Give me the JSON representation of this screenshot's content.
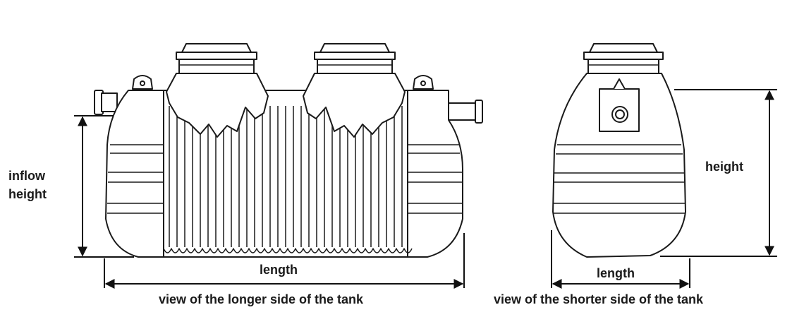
{
  "diagram": {
    "labels": {
      "inflow_height_line1": "inflow",
      "inflow_height_line2": "height",
      "long_side_length": "length",
      "long_side_caption": "view of the longer side of the tank",
      "height": "height",
      "short_side_length": "length",
      "short_side_caption": "view of the shorter side of the tank"
    },
    "colors": {
      "line": "#1a1a1a",
      "fill": "#ffffff",
      "dimension": "#111111"
    }
  }
}
